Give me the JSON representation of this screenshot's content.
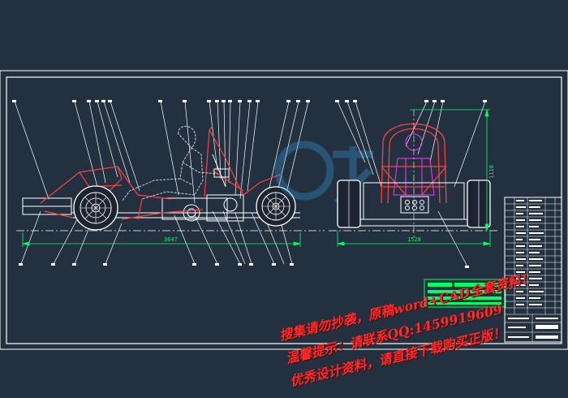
{
  "drawing": {
    "side_view": {
      "dimension_length": "3647"
    },
    "front_view": {
      "dimension_width": "1528",
      "dimension_height": "1110"
    }
  },
  "watermark": {
    "line1": "搜集请勿抄袭，原稿word+CAD全套资料！",
    "line2": "温馨提示：请联系QQ:1459919609",
    "line3": "优秀设计资料，请直接下载购买正版！"
  },
  "colors": {
    "background": "#233040",
    "frame": "#ffffff",
    "wheel": "#ffffff",
    "roll_cage": "#ff4040",
    "driver": "#e0e0e0",
    "dimension": "#00ff66",
    "magenta": "#ff33ff",
    "watermark": "#ff2a2a"
  }
}
